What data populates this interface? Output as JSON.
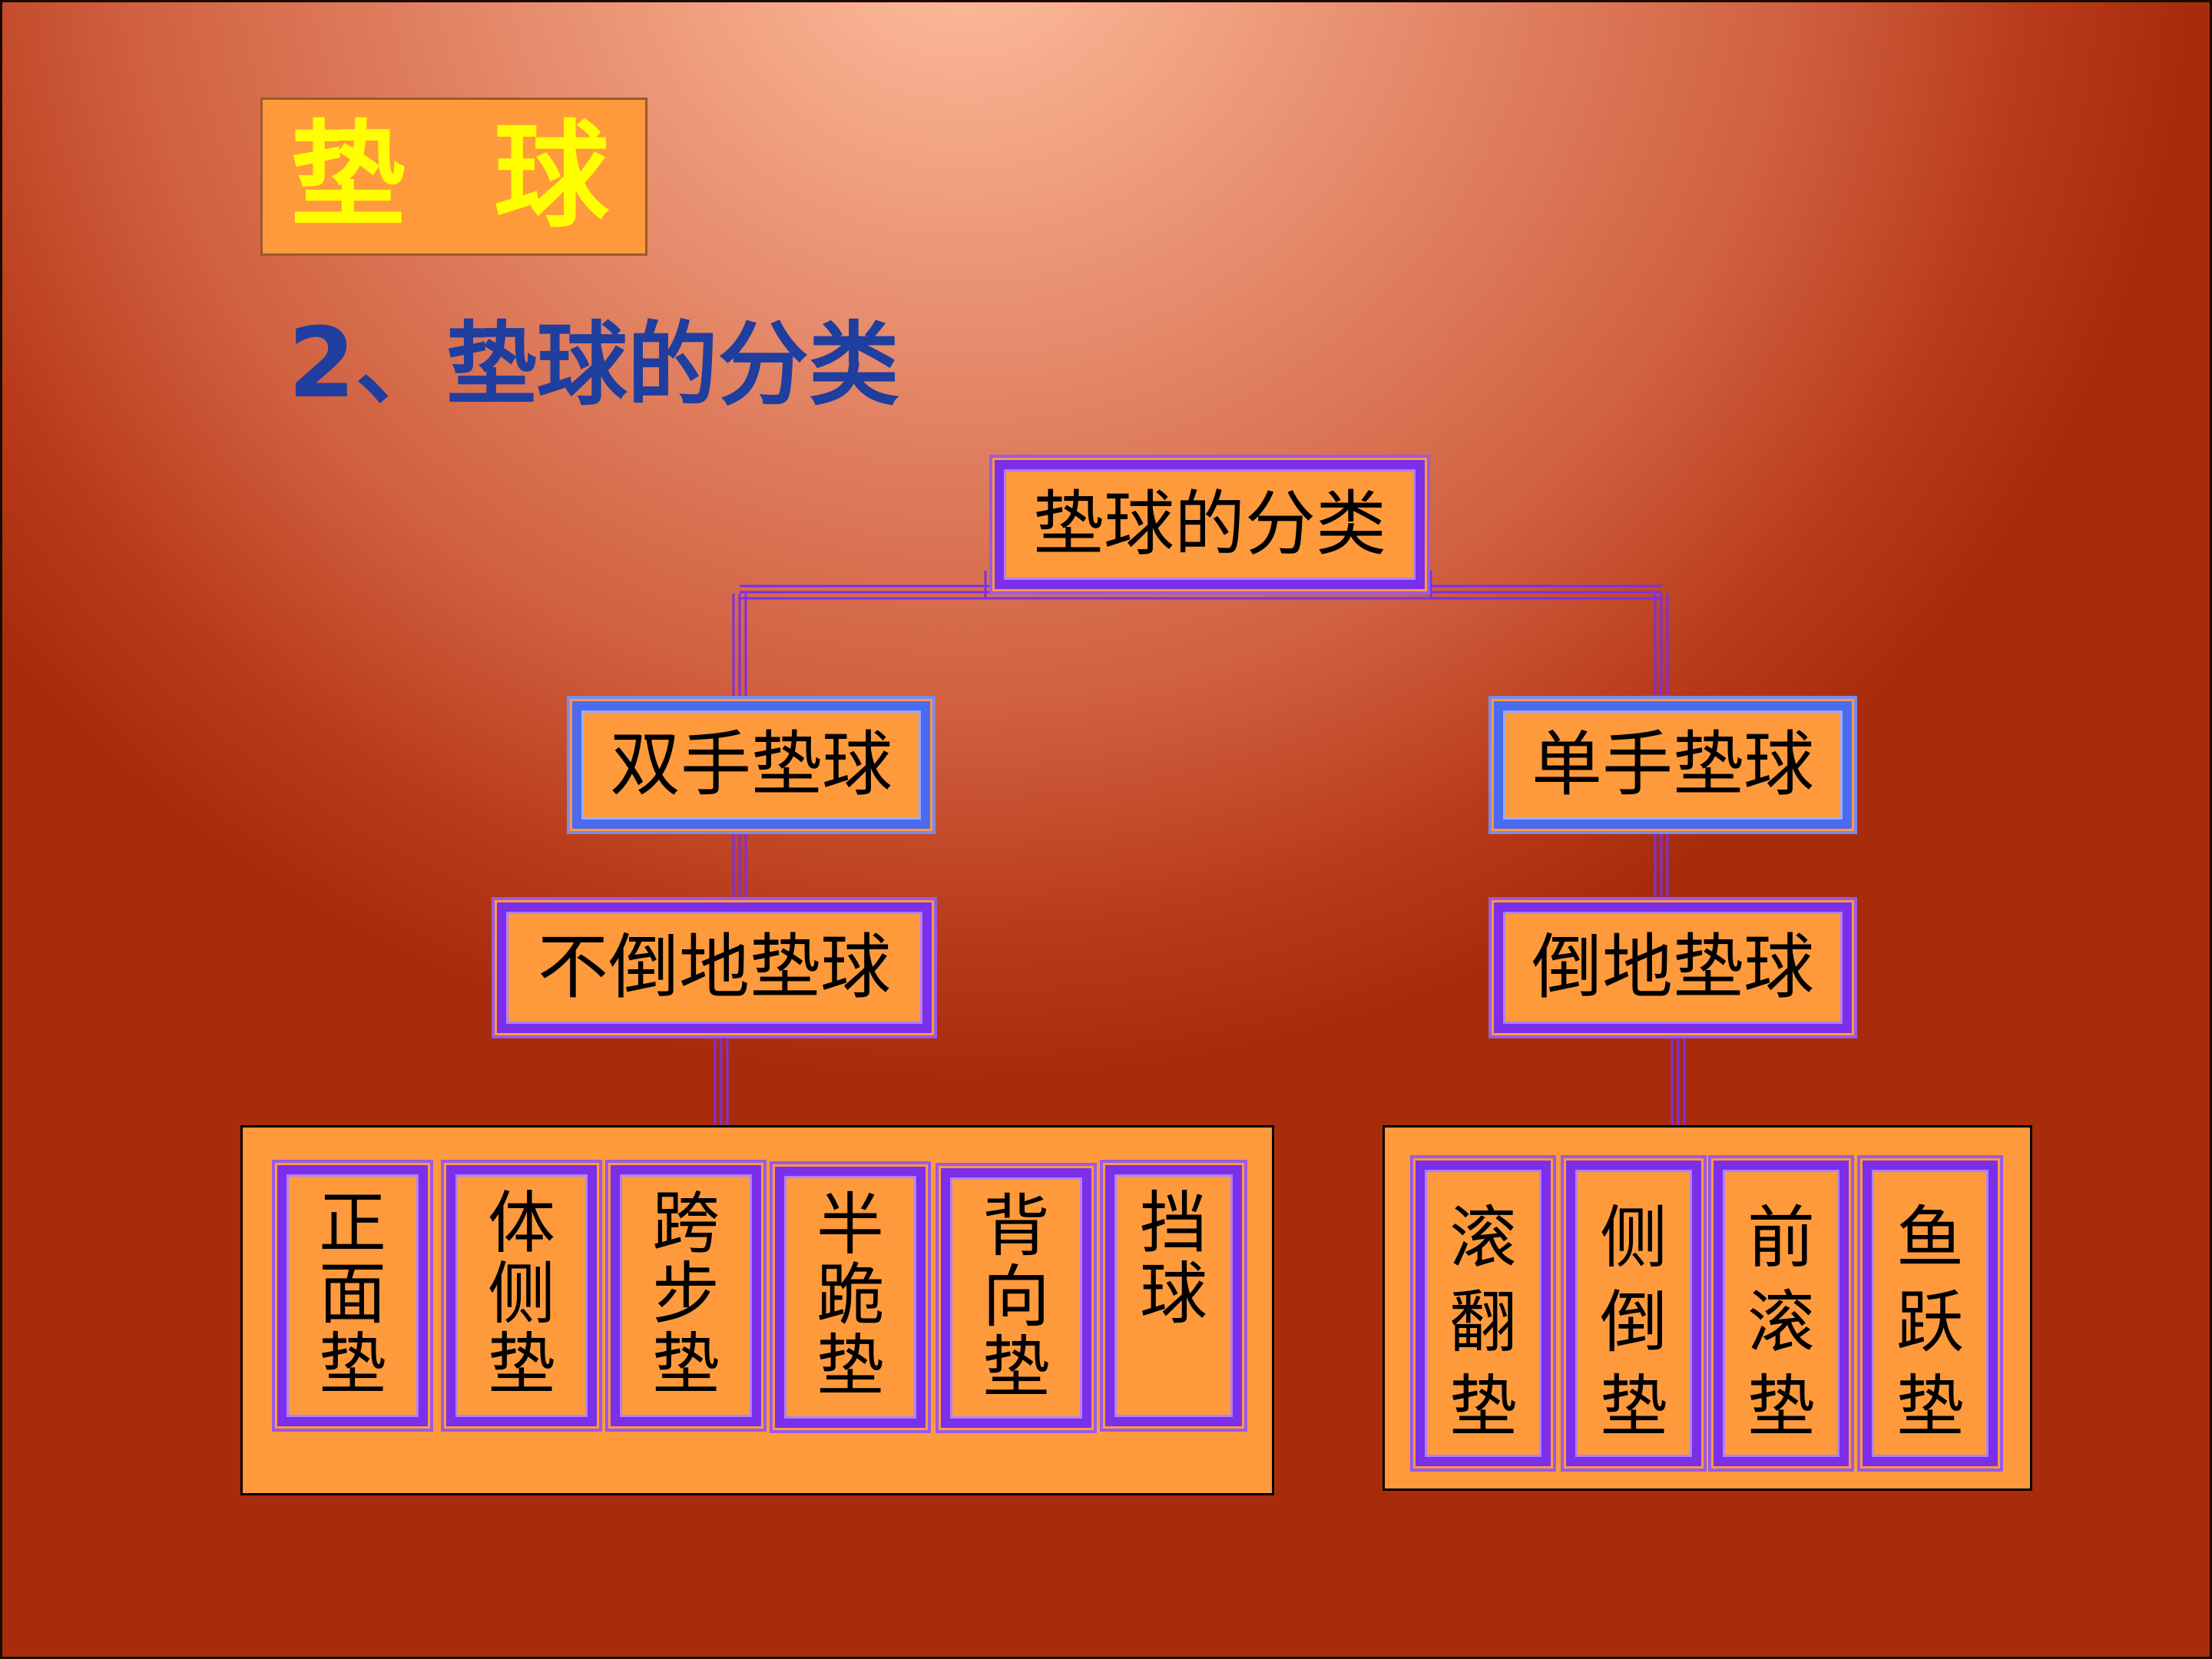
{
  "slide": {
    "title": "垫球",
    "subtitle": {
      "number": "2",
      "sep": "、",
      "text": "垫球的分类"
    }
  },
  "diagram": {
    "root": "垫球的分类",
    "left": {
      "label": "双手垫球",
      "child": "不倒地垫球",
      "leaves": [
        [
          "正",
          "面",
          "垫"
        ],
        [
          "体",
          "侧",
          "垫"
        ],
        [
          "跨",
          "步",
          "垫"
        ],
        [
          "半",
          "跪",
          "垫"
        ],
        [
          "背",
          "向",
          "垫"
        ],
        [
          "挡",
          "",
          "球"
        ]
      ]
    },
    "right": {
      "label": "单手垫球",
      "child": "倒地垫球",
      "leaves": [
        [
          "滚",
          "翻",
          "垫"
        ],
        [
          "侧",
          "倒",
          "垫"
        ],
        [
          "前",
          "滚",
          "垫"
        ],
        [
          "鱼",
          "跃",
          "垫"
        ]
      ]
    }
  },
  "colors": {
    "box_fill": "#ff9a3c",
    "purple_border": "#7b2fe8",
    "blue_border": "#4a6af0",
    "title_text": "#ffff00",
    "subtitle_text": "#1f3e9e"
  }
}
